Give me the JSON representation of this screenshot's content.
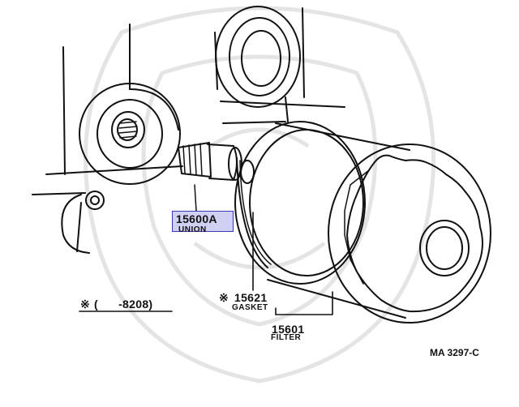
{
  "parts": {
    "union": {
      "number": "15600A",
      "name": "UNION"
    },
    "gasket": {
      "mark": "※",
      "number": "15621",
      "name": "GASKET"
    },
    "filter": {
      "number": "15601",
      "name": "FILTER"
    }
  },
  "footnote": {
    "mark": "※",
    "range": "(      -8208)"
  },
  "drawing_code": "MA 3297-C",
  "colors": {
    "ink": "#111111",
    "highlight": "#7878dc",
    "highlight_border": "#3a3ab8",
    "watermark": "#e4e4e4"
  }
}
